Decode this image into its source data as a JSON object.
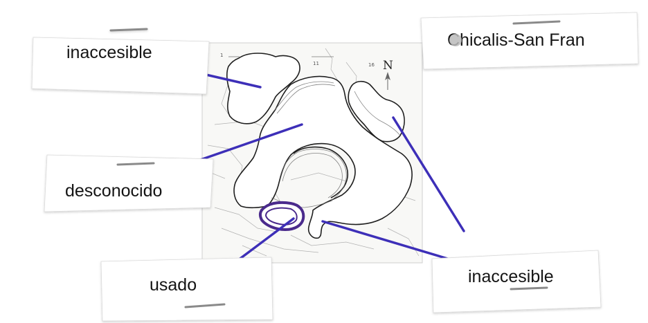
{
  "map": {
    "north_label": "N",
    "grid_numbers": [
      "1",
      "11",
      "16"
    ]
  },
  "labels": {
    "top_left": "inaccesible",
    "top_right": "Chicalis-San Fran",
    "middle_left": "desconocido",
    "bottom_left": "usado",
    "bottom_right": "inaccesible"
  },
  "colors": {
    "leader_line": "#3d2fb8",
    "highlighted_region": "#4a2a8c",
    "region_outline": "#1e1e1e",
    "background": "#ffffff"
  }
}
